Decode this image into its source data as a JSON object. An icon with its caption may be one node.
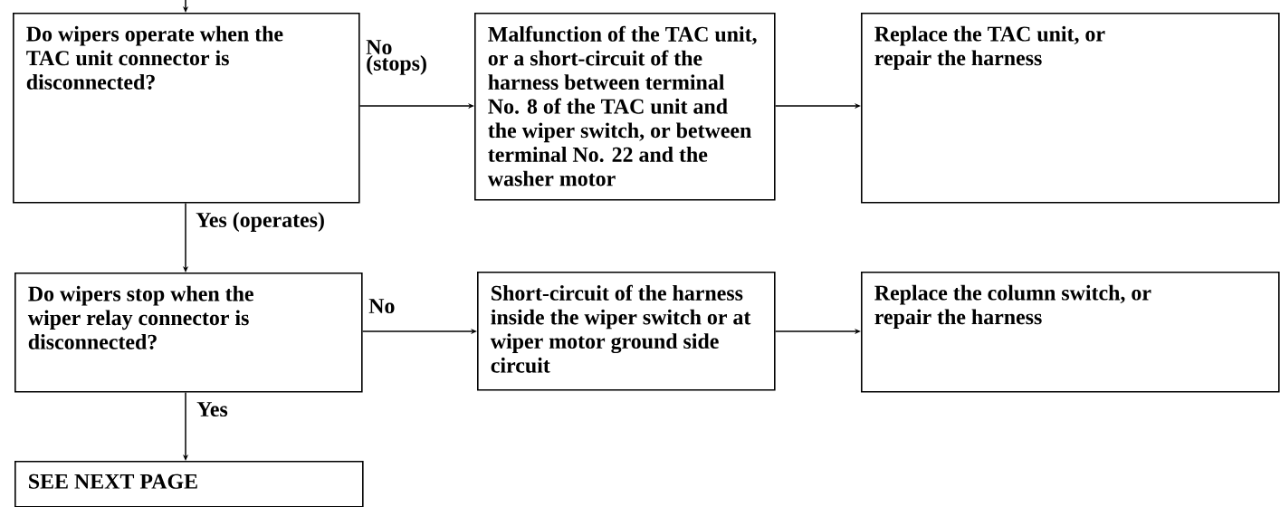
{
  "diagram": {
    "nodes": [
      {
        "text": [
          "Do wipers operate when the TAC unit connector is disconnected?"
        ]
      },
      {
        "text": [
          "Malfunction of the TAC unit, or a short-circuit of the harness between terminal No. 8 of the TAC unit and the wiper switch, or between terminal No. 22 and the washer motor"
        ]
      },
      {
        "text": [
          "Replace the TAC unit, or repair the harness"
        ]
      },
      {
        "text": [
          "Do wipers stop when the wiper relay connector is disconnected?"
        ]
      },
      {
        "text": [
          "Short-circuit of the harness inside the wiper switch or at wiper motor ground side circuit"
        ]
      },
      {
        "text": [
          "Replace the column switch, or repair the harness"
        ]
      },
      {
        "text": [
          "SEE NEXT PAGE"
        ]
      }
    ],
    "edges": [
      {
        "from": null,
        "to": 0,
        "arrow": "to"
      },
      {
        "from": 0,
        "to": 1,
        "arrow": "to",
        "label": "No (stops)"
      },
      {
        "from": 1,
        "to": 2,
        "arrow": "to"
      },
      {
        "from": 0,
        "to": 3,
        "arrow": "to",
        "label": "Yes (operates)"
      },
      {
        "from": 3,
        "to": 4,
        "arrow": "to",
        "label": "No"
      },
      {
        "from": 4,
        "to": 5,
        "arrow": "to"
      },
      {
        "from": 3,
        "to": 6,
        "arrow": "to",
        "label": "Yes"
      }
    ]
  }
}
